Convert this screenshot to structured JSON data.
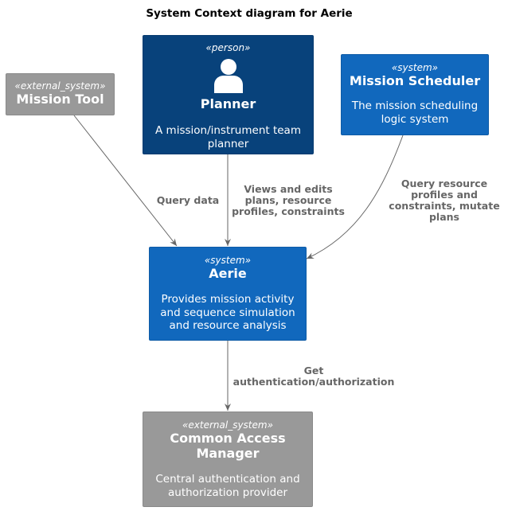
{
  "diagram": {
    "title": "System Context diagram for Aerie",
    "elements": {
      "planner": {
        "stereotype": "«person»",
        "name": "Planner",
        "description": "A mission/instrument team planner",
        "icon": "person-icon"
      },
      "mission_scheduler": {
        "stereotype": "«system»",
        "name": "Mission Scheduler",
        "description": "The mission scheduling logic system"
      },
      "mission_tool": {
        "stereotype": "«external_system»",
        "name": "Mission Tool"
      },
      "aerie": {
        "stereotype": "«system»",
        "name": "Aerie",
        "description": "Provides mission activity and sequence simulation and resource analysis"
      },
      "common_access_manager": {
        "stereotype": "«external_system»",
        "name": "Common Access Manager",
        "description": "Central authentication and authorization provider"
      }
    },
    "relationships": {
      "tool_to_aerie": "Query data",
      "planner_to_aerie": "Views and edits plans, resource profiles, constraints",
      "scheduler_to_aerie": "Query resource profiles and constraints, mutate plans",
      "aerie_to_cam": "Get authentication/authorization"
    },
    "colors": {
      "person": "#08427b",
      "system": "#1168bd",
      "external_system": "#999999",
      "arrow": "#666666"
    }
  }
}
